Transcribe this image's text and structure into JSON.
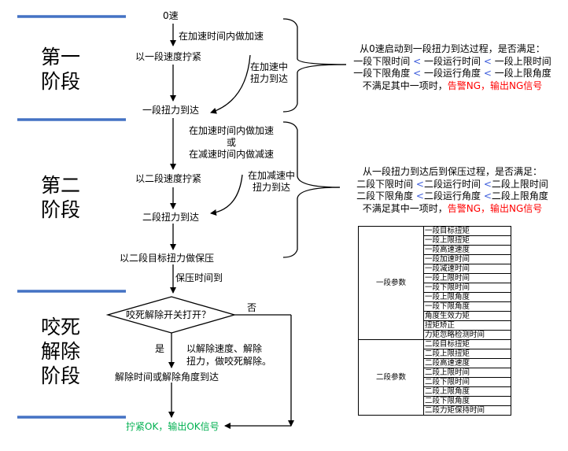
{
  "stages": [
    {
      "label": "第一阶段"
    },
    {
      "label": "第二阶段"
    },
    {
      "label": "咬死解除阶段"
    }
  ],
  "flow": {
    "start": "0速",
    "accel1": "在加速时间内做加速",
    "tighten1": "以一段速度拧紧",
    "side1": [
      "在加速中",
      "扭力到达"
    ],
    "reach1": "一段扭力到达",
    "accel2": [
      "在加速时间内做加速",
      "或",
      "在减速时间内做减速"
    ],
    "tighten2": "以二段速度拧紧",
    "side2": [
      "在加减速中",
      "扭力到达"
    ],
    "reach2": "二段扭力到达",
    "hold": "以二段目标扭力做保压",
    "hold_time": "保压时间到",
    "decision": "咬死解除开关打开？",
    "no": "否",
    "yes": "是",
    "release_note": [
      "以解除速度、解除",
      "扭力，做咬死解除。"
    ],
    "release_done": "解除时间或解除角度到达",
    "ok": "拧紧OK，输出OK信号"
  },
  "notes": {
    "stage1": {
      "line1": "从0速启动到一段扭力到达过程，是否满足：",
      "line2": [
        "一段下限时间",
        "<",
        "一段运行时间",
        "<",
        "一段上限时间"
      ],
      "line3": [
        "一段下限角度",
        "<",
        "一段运行角度",
        "<",
        "一段上限角度"
      ],
      "line4_a": "不满足其中一项时，",
      "line4_b": "告警NG，输出NG信号"
    },
    "stage2": {
      "line1": "从一段扭力到达后到保压过程，是否满足：",
      "line2": [
        "二段下限时间",
        "<",
        "二段运行时间",
        "<",
        "二段上限时间"
      ],
      "line3": [
        "二段下限角度",
        "<",
        "二段运行角度",
        "<",
        "二段上限角度"
      ],
      "line4_a": "不满足其中一项时，",
      "line4_b": "告警NG，输出NG信号"
    }
  },
  "params": {
    "group1": {
      "name": "一段参数",
      "items": [
        "一段目标扭矩",
        "一段上限扭矩",
        "一段高速速度",
        "一段加速时间",
        "一段减速时间",
        "一段上限时间",
        "一段下限时间",
        "一段上限角度",
        "一段下限角度",
        "角度生效力矩",
        "扭矩矫正",
        "力矩忽略检测时间"
      ]
    },
    "group2": {
      "name": "二段参数",
      "items": [
        "二段目标扭矩",
        "二段上限扭矩",
        "二段高速速度",
        "二段上限时间",
        "二段下限时间",
        "二段上限角度",
        "二段下限角度",
        "二段力矩保持时间"
      ]
    }
  },
  "colors": {
    "stage_bar": "#4472c4",
    "ng": "#ff0000",
    "ok": "#00b050",
    "compare": "#3b5bdb"
  }
}
